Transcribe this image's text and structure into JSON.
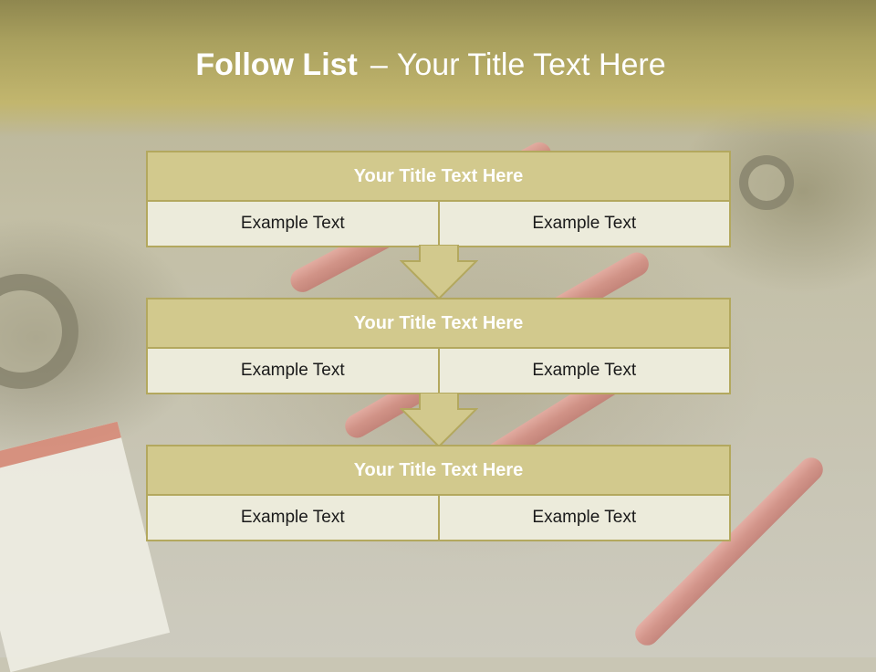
{
  "title": {
    "bold": "Follow List",
    "dash": "–",
    "rest": "Your Title Text Here"
  },
  "blocks": [
    {
      "heading": "Your Title Text Here",
      "left": "Example Text",
      "right": "Example Text"
    },
    {
      "heading": "Your Title Text Here",
      "left": "Example Text",
      "right": "Example Text"
    },
    {
      "heading": "Your Title Text Here",
      "left": "Example Text",
      "right": "Example Text"
    }
  ],
  "colors": {
    "header_fill": "#d2c98d",
    "cell_fill": "#ecebdb",
    "border": "#b3a85e",
    "title_band": "#c2b66e"
  }
}
